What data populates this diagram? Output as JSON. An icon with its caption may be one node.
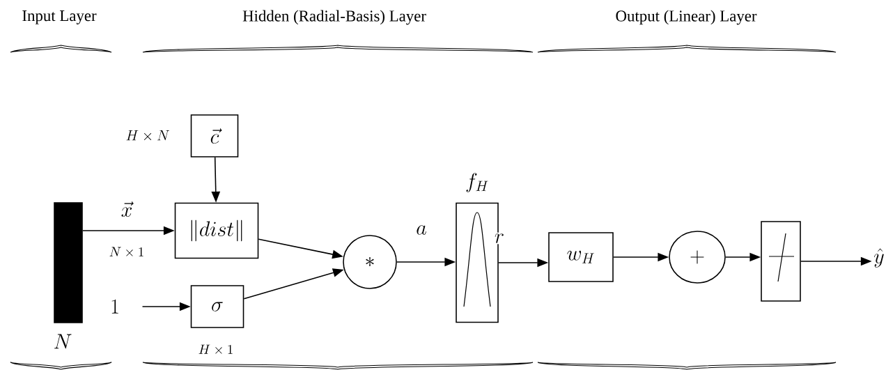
{
  "diagram": {
    "nodes": [
      {
        "text": [],
        "shape": "bar",
        "beside": [
          "N"
        ]
      },
      {
        "text": [
          "\\vec{c}"
        ],
        "beside": [
          "H \\times N"
        ]
      },
      {
        "text": [
          "\\|dist\\|"
        ]
      },
      {
        "text": [
          "1"
        ]
      },
      {
        "text": [
          "\\sigma"
        ],
        "beside": [
          "H \\times 1"
        ]
      },
      {
        "text": [
          "*"
        ]
      },
      {
        "text": [],
        "shape": "box",
        "beside": [
          "f_H"
        ]
      },
      {
        "text": [
          "w_H"
        ]
      },
      {
        "text": [
          "+"
        ]
      },
      {
        "text": [],
        "shape": "box"
      },
      {
        "text": [
          "\\hat{y}"
        ]
      }
    ],
    "edges": [
      {
        "from": 0,
        "to": 2,
        "arrow": "to",
        "label": "\\vec{x}"
      },
      {
        "from": 1,
        "to": 2,
        "arrow": "to"
      },
      {
        "from": 3,
        "to": 4,
        "arrow": "to"
      },
      {
        "from": 2,
        "to": 5,
        "arrow": "to"
      },
      {
        "from": 4,
        "to": 5,
        "arrow": "to"
      },
      {
        "from": 5,
        "to": 6,
        "arrow": "to",
        "label": "a"
      },
      {
        "from": 6,
        "to": 7,
        "arrow": "to",
        "label": "r"
      },
      {
        "from": 7,
        "to": 8,
        "arrow": "to"
      },
      {
        "from": 8,
        "to": 9,
        "arrow": "to"
      },
      {
        "from": 9,
        "to": 10,
        "arrow": "to"
      }
    ],
    "labels": [
      "Input Layer",
      "Hidden (Radial-Basis) Layer",
      "Output (Linear) Layer",
      "N \\times 1"
    ]
  }
}
